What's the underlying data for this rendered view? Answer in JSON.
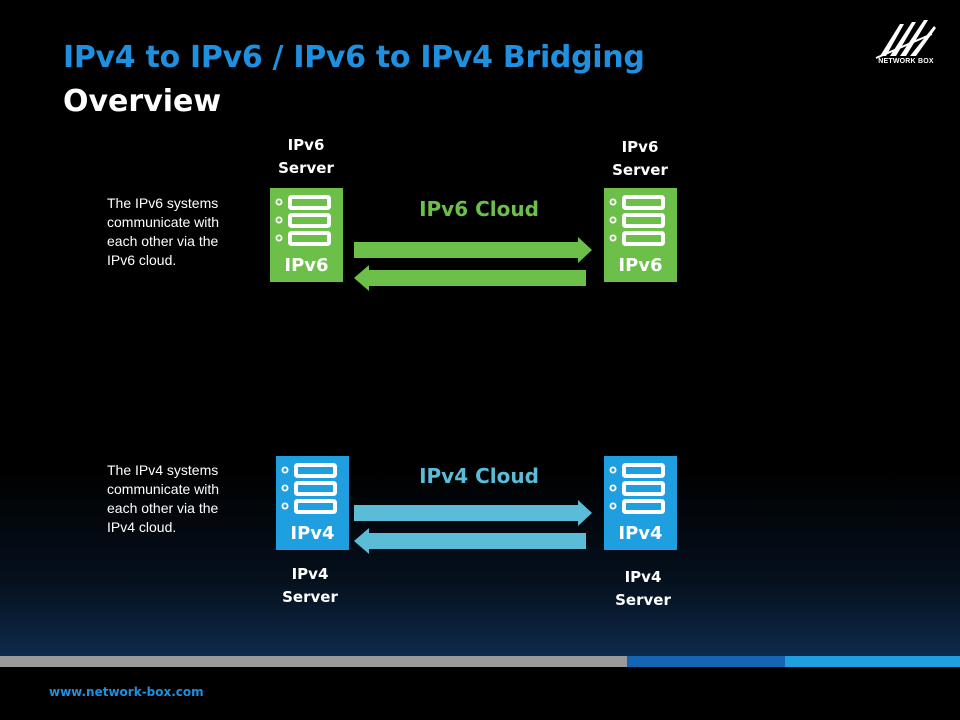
{
  "title": {
    "line1": "IPv4 to IPv6 / IPv6 to IPv4 Bridging",
    "line2": "Overview"
  },
  "logo": {
    "icon": "network-box-logo-icon",
    "text": "NETWORK BOX"
  },
  "colors": {
    "ipv6_green": "#6cc04a",
    "ipv4_blue": "#1f9fe0",
    "ipv4_arrow": "#5bbcd8",
    "title_blue": "#1f8fe0"
  },
  "ipv6": {
    "description": [
      "The IPv6 systems",
      "communicate with",
      "each other via the",
      "IPv6 cloud."
    ],
    "cloud_label": "IPv6 Cloud",
    "left_server": {
      "label": [
        "IPv6",
        "Server"
      ],
      "box_label": "IPv6"
    },
    "right_server": {
      "label": [
        "IPv6",
        "Server"
      ],
      "box_label": "IPv6"
    }
  },
  "ipv4": {
    "description": [
      "The IPv4 systems",
      "communicate with",
      "each other via the",
      "IPv4 cloud."
    ],
    "cloud_label": "IPv4 Cloud",
    "left_server": {
      "label": [
        "IPv4",
        "Server"
      ],
      "box_label": "IPv4"
    },
    "right_server": {
      "label": [
        "IPv4",
        "Server"
      ],
      "box_label": "IPv4"
    }
  },
  "footer": {
    "url": "www.network-box.com"
  }
}
